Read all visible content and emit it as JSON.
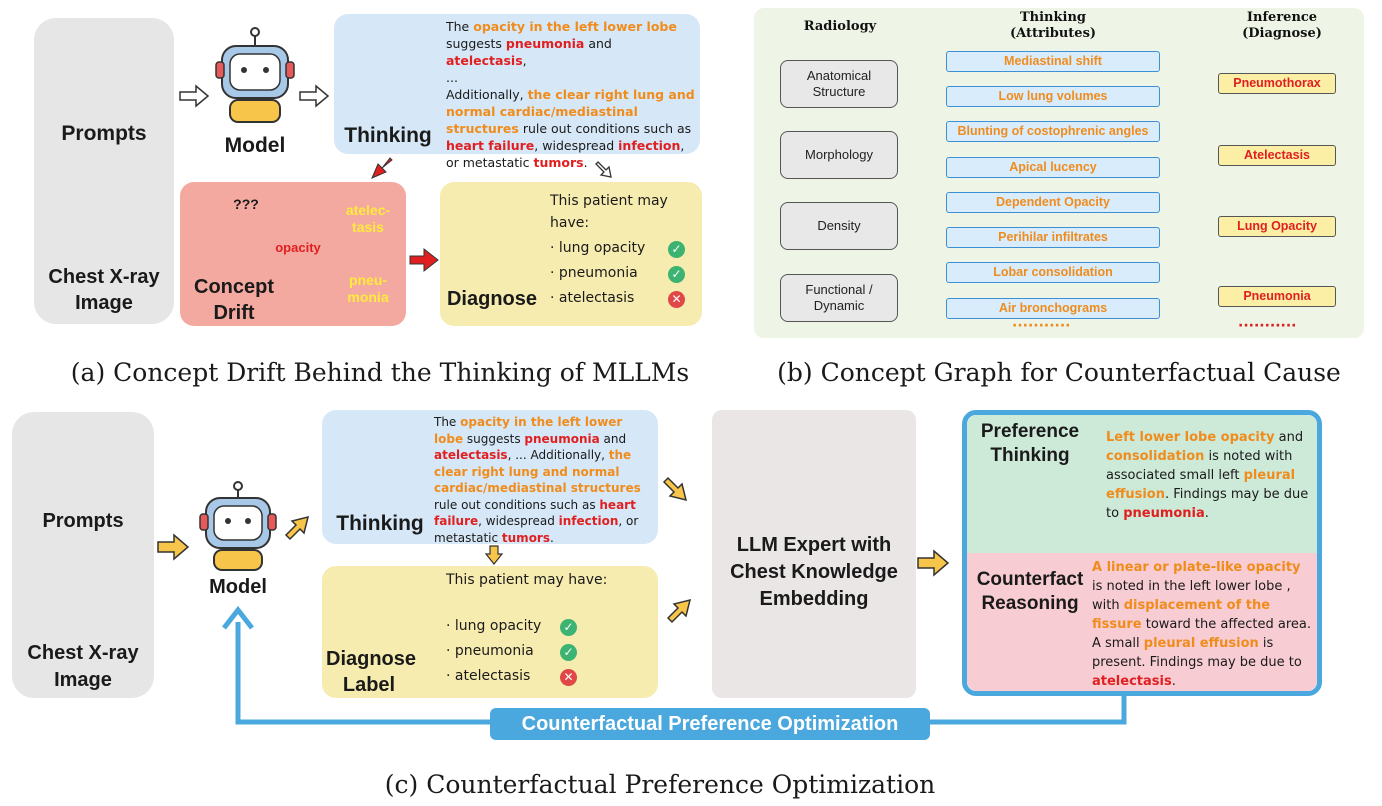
{
  "panel_a": {
    "prompts": "Prompts",
    "chest_xray": "Chest X-ray\nImage",
    "model": "Model",
    "thinking_label": "Thinking",
    "thinking_text_parts": [
      {
        "t": "The ",
        "c": ""
      },
      {
        "t": "opacity in the left lower lobe",
        "c": "o"
      },
      {
        "t": " suggests ",
        "c": ""
      },
      {
        "t": "pneumonia",
        "c": "r"
      },
      {
        "t": " and  ",
        "c": ""
      },
      {
        "t": "atelectasis",
        "c": "r"
      },
      {
        "t": ",\n...\nAdditionally, ",
        "c": ""
      },
      {
        "t": "the clear right lung and normal cardiac/mediastinal structures",
        "c": "o"
      },
      {
        "t": " rule out conditions such as ",
        "c": ""
      },
      {
        "t": "heart failure",
        "c": "r"
      },
      {
        "t": ", widespread ",
        "c": ""
      },
      {
        "t": "infection",
        "c": "r"
      },
      {
        "t": ", or metastatic ",
        "c": ""
      },
      {
        "t": "tumors",
        "c": "r"
      },
      {
        "t": ".",
        "c": ""
      }
    ],
    "concept_drift": "Concept\nDrift",
    "question_marks": "???",
    "opacity": "opacity",
    "atelectasis_bubble": "atelec-\ntasis",
    "pneumonia_bubble": "pneu-\nmonia",
    "diagnose_label": "Diagnose",
    "diagnose_intro": "This patient may\nhave:",
    "diagnose_items": [
      {
        "text": "· lung opacity",
        "status": "check"
      },
      {
        "text": "· pneumonia",
        "status": "check"
      },
      {
        "text": "· atelectasis",
        "status": "cross"
      }
    ],
    "caption": "(a) Concept Drift Behind the Thinking of MLLMs"
  },
  "panel_b": {
    "header_radiology": "Radiology",
    "header_thinking": "Thinking\n(Attributes)",
    "header_inference": "Inference\n(Diagnose)",
    "categories": [
      "Anatomical\nStructure",
      "Morphology",
      "Density",
      "Functional /\nDynamic"
    ],
    "attributes": [
      "Mediastinal shift",
      "Low lung volumes",
      "Blunting of costophrenic angles",
      "Apical lucency",
      "Dependent Opacity",
      "Perihilar infiltrates",
      "Lobar consolidation",
      "Air bronchograms"
    ],
    "inferences": [
      "Pneumothorax",
      "Atelectasis",
      "Lung Opacity",
      "Pneumonia"
    ],
    "dots_blue": "···········",
    "dots_red": "···········",
    "colors": {
      "green": "#3cb34a",
      "red": "#d92020",
      "blue": "#3d8fd6",
      "orange": "#f08c1c"
    },
    "caption": "(b) Concept Graph for Counterfactual Cause"
  },
  "panel_c": {
    "prompts": "Prompts",
    "chest_xray": "Chest X-ray\nImage",
    "model": "Model",
    "thinking_label": "Thinking",
    "thinking_text_parts": [
      {
        "t": "The ",
        "c": ""
      },
      {
        "t": "opacity in the left lower lobe",
        "c": "o"
      },
      {
        "t": " suggests ",
        "c": ""
      },
      {
        "t": "pneumonia",
        "c": "r"
      },
      {
        "t": " and ",
        "c": ""
      },
      {
        "t": "atelectasis",
        "c": "r"
      },
      {
        "t": ", ...  Additionally, ",
        "c": ""
      },
      {
        "t": "the clear right lung and normal cardiac/mediastinal structures",
        "c": "o"
      },
      {
        "t": " rule out conditions such as ",
        "c": ""
      },
      {
        "t": "heart failure",
        "c": "r"
      },
      {
        "t": ", widespread ",
        "c": ""
      },
      {
        "t": "infection",
        "c": "r"
      },
      {
        "t": ", or metastatic ",
        "c": ""
      },
      {
        "t": "tumors",
        "c": "r"
      },
      {
        "t": ".",
        "c": ""
      }
    ],
    "diagnose_label": "Diagnose\nLabel",
    "diagnose_intro": "This patient may have:",
    "diagnose_items": [
      {
        "text": "· lung opacity",
        "status": "check"
      },
      {
        "text": "· pneumonia",
        "status": "check"
      },
      {
        "text": "· atelectasis",
        "status": "cross"
      }
    ],
    "llm_expert": "LLM Expert with\nChest Knowledge\nEmbedding",
    "pref_label": "Preference\nThinking",
    "pref_text_parts": [
      {
        "t": "Left lower lobe opacity",
        "c": "o"
      },
      {
        "t": " and ",
        "c": ""
      },
      {
        "t": "consolidation",
        "c": "o"
      },
      {
        "t": " is noted with associated small left ",
        "c": ""
      },
      {
        "t": "pleural effusion",
        "c": "o"
      },
      {
        "t": ". Findings may be due to ",
        "c": ""
      },
      {
        "t": "pneumonia",
        "c": "r"
      },
      {
        "t": ".",
        "c": ""
      }
    ],
    "cf_label": "Counterfact\nReasoning",
    "cf_text_parts": [
      {
        "t": "A linear or plate-like opacity",
        "c": "o"
      },
      {
        "t": " is noted in the left lower lobe , with ",
        "c": ""
      },
      {
        "t": "displacement of the fissure",
        "c": "o"
      },
      {
        "t": " toward the affected area. A small ",
        "c": ""
      },
      {
        "t": "pleural effusion",
        "c": "o"
      },
      {
        "t": " is present. Findings may be due to ",
        "c": ""
      },
      {
        "t": "atelectasis",
        "c": "r"
      },
      {
        "t": ".",
        "c": ""
      }
    ],
    "cpo_banner": "Counterfactual Preference Optimization",
    "caption": "(c) Counterfactual Preference Optimization"
  }
}
